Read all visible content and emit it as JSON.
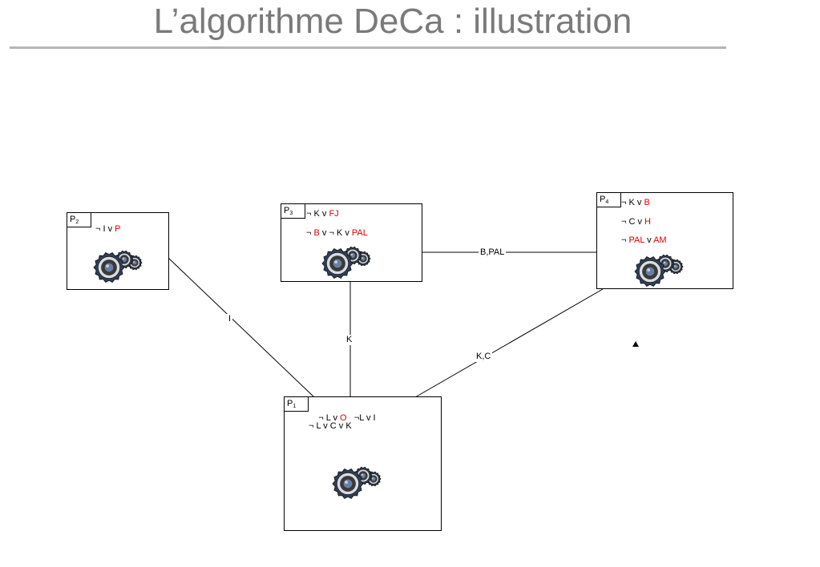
{
  "title": "L’algorithme DeCa : illustration",
  "edges": [
    {
      "from": "P2",
      "to": "P1",
      "label": "I"
    },
    {
      "from": "P3",
      "to": "P1",
      "label": "K"
    },
    {
      "from": "P4",
      "to": "P1",
      "label": "K,C"
    },
    {
      "from": "P3",
      "to": "P4",
      "label": "B,PAL"
    }
  ],
  "peers": {
    "p1": {
      "letter": "P",
      "index": "1",
      "clauses": [
        [
          {
            "t": "¬ L v "
          },
          {
            "t": "O",
            "red": true
          },
          {
            "t": "   ¬L v I"
          }
        ],
        [
          {
            "t": "¬ L v C v K"
          }
        ]
      ]
    },
    "p2": {
      "letter": "P",
      "index": "2",
      "clauses": [
        [
          {
            "t": "¬ I v "
          },
          {
            "t": "P",
            "red": true
          }
        ]
      ]
    },
    "p3": {
      "letter": "P",
      "index": "3",
      "clauses": [
        [
          {
            "t": "¬ K v "
          },
          {
            "t": "FJ",
            "red": true
          }
        ],
        [
          {
            "t": "¬ "
          },
          {
            "t": "B",
            "red": true
          },
          {
            "t": " v ¬ K v "
          },
          {
            "t": "PAL",
            "red": true
          }
        ]
      ]
    },
    "p4": {
      "letter": "P",
      "index": "4",
      "clauses": [
        [
          {
            "t": "¬ K v "
          },
          {
            "t": "B",
            "red": true
          }
        ],
        [
          {
            "t": "¬ C v "
          },
          {
            "t": "H",
            "red": true
          }
        ],
        [
          {
            "t": "¬ "
          },
          {
            "t": "PAL",
            "red": true
          },
          {
            "t": " v "
          },
          {
            "t": "AM",
            "red": true
          }
        ]
      ]
    }
  },
  "colors": {
    "highlight": "#e00000",
    "title": "#7a7a7a",
    "rule": "#b5b5b5"
  },
  "icons": {
    "peer": "speakers-icon",
    "pointer": "mouse-cursor-icon"
  }
}
